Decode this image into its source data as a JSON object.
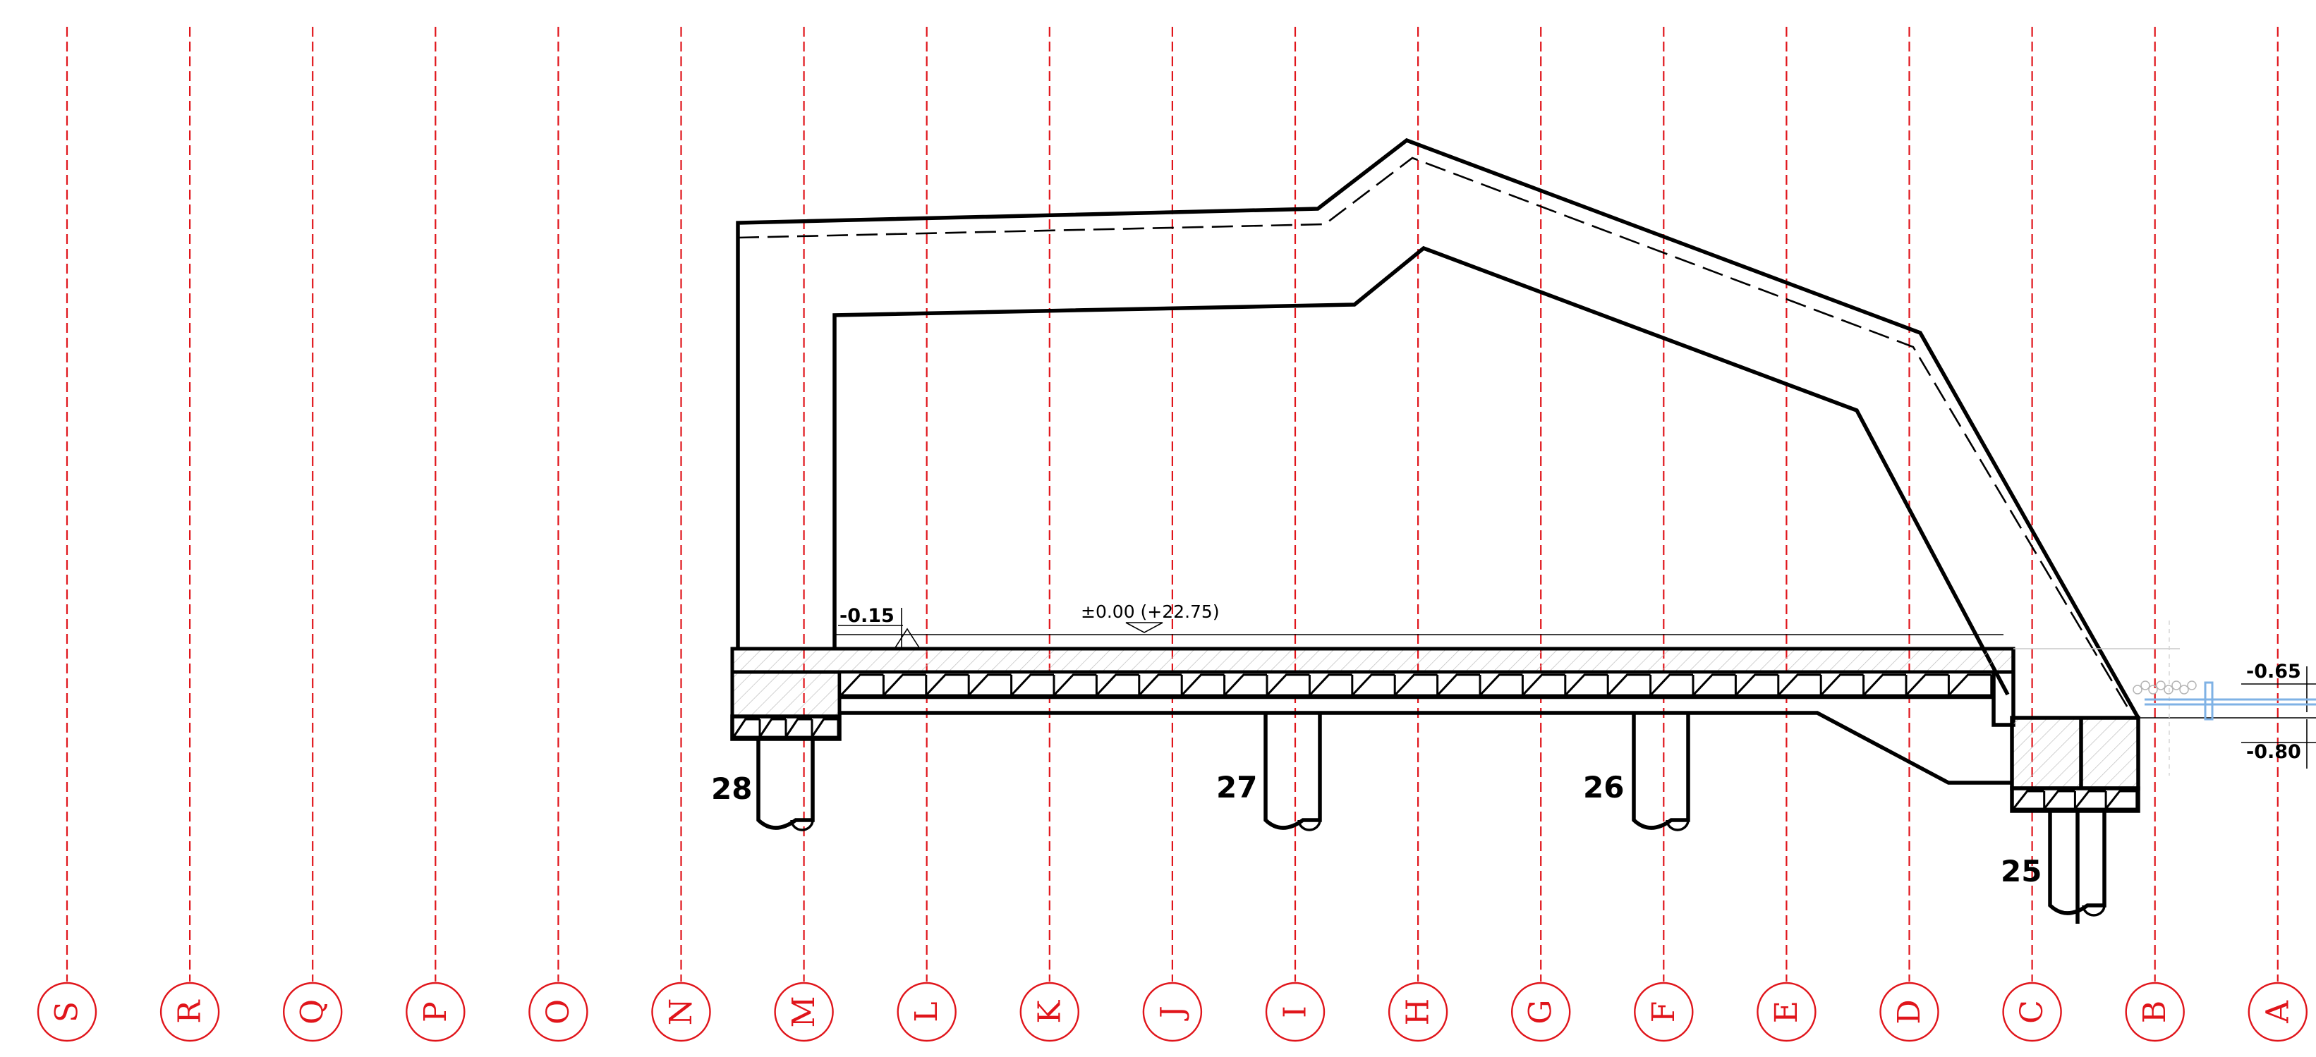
{
  "grid": {
    "labels": [
      "S",
      "R",
      "Q",
      "P",
      "O",
      "N",
      "M",
      "L",
      "K",
      "J",
      "I",
      "H",
      "G",
      "F",
      "E",
      "D",
      "C",
      "B",
      "A"
    ]
  },
  "piles": {
    "p28": "28",
    "p27": "27",
    "p26": "26",
    "p25": "25"
  },
  "levels": {
    "inner_floor": "-0.15",
    "datum": "±0.00 (+22.75)",
    "outside_upper": "-0.65",
    "outside_lower": "-0.80"
  },
  "colors": {
    "grid": "#e0151b",
    "structure": "#000000",
    "drain": "#7fb2e5"
  }
}
